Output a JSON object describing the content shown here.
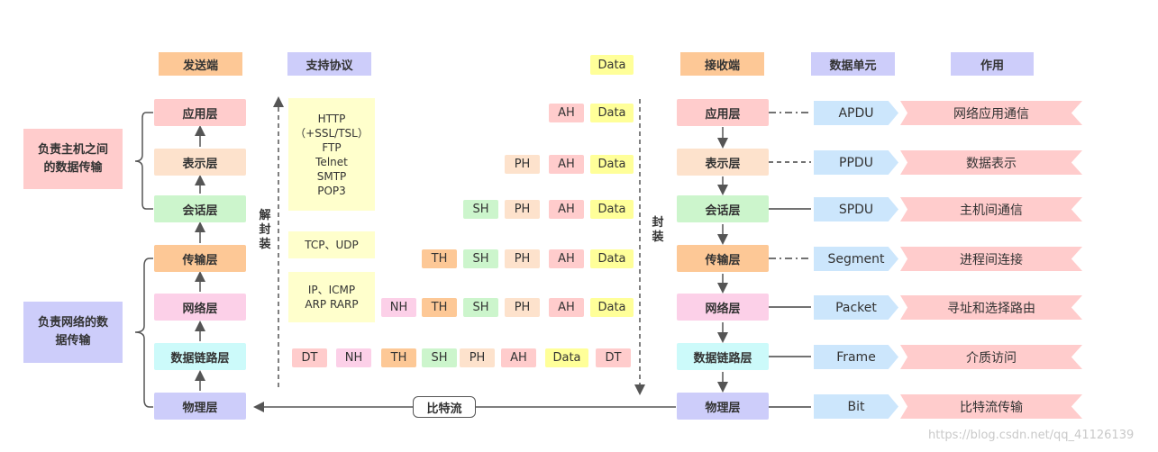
{
  "headers": {
    "sender": "发送端",
    "protocols": "支持协议",
    "data": "Data",
    "receiver": "接收端",
    "unit": "数据单元",
    "role": "作用"
  },
  "side_labels": {
    "host": "负责主机之间的数据传输",
    "network": "负责网络的数据传输"
  },
  "layers": [
    "应用层",
    "表示层",
    "会话层",
    "传输层",
    "网络层",
    "数据链路层",
    "物理层"
  ],
  "protocols": {
    "app": [
      "HTTP",
      "（+SSL/TSL）",
      "FTP",
      "Telnet",
      "SMTP",
      "POP3"
    ],
    "transport": "TCP、UDP",
    "network": [
      "IP、ICMP",
      "ARP RARP"
    ]
  },
  "encap_labels": {
    "decap": [
      "解",
      "封",
      "装"
    ],
    "encap": [
      "封",
      "装"
    ]
  },
  "headers_tags": {
    "AH": "AH",
    "PH": "PH",
    "SH": "SH",
    "TH": "TH",
    "NH": "NH",
    "DT": "DT",
    "Data": "Data"
  },
  "units": [
    "APDU",
    "PPDU",
    "SPDU",
    "Segment",
    "Packet",
    "Frame",
    "Bit"
  ],
  "roles": [
    "网络应用通信",
    "数据表示",
    "主机间通信",
    "进程间连接",
    "寻址和选择路由",
    "介质访问",
    "比特流传输"
  ],
  "bitflow": "比特流",
  "watermark": "https://blog.csdn.net/qq_41126139",
  "colors": {
    "app": "#ffcccc",
    "pres": "#fde2cc",
    "sess": "#ccf5cc",
    "trans": "#fdc896",
    "net": "#fcd0e8",
    "link": "#ccfafa",
    "phys": "#cdcdfa",
    "proto": "#ffffcc",
    "unit": "#cce6fc",
    "role": "#ffcccc"
  }
}
